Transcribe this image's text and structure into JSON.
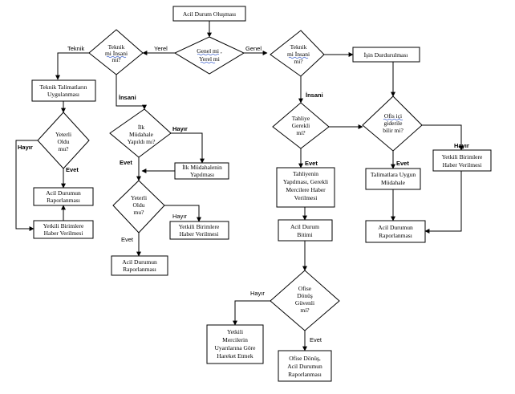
{
  "nodes": {
    "acil_durum_olusmasi": [
      "Acil Durum Oluşması"
    ],
    "genel_mi_yerel_mi": [
      "Genel mi ,",
      "Yerel mi"
    ],
    "teknik_mi_insani_mi_left": [
      "Teknik",
      "mi İnsani",
      "mi?"
    ],
    "teknik_mi_insani_mi_right": [
      "Teknik",
      "mi İnsani",
      "mi?"
    ],
    "teknik_talimatlarin": [
      "Teknik Talimatların",
      "Uygulanması"
    ],
    "yeterli_oldu_mu_1": [
      "Yeterli",
      "Oldu",
      "mu?"
    ],
    "acil_durumun_raporlanmasi_1": [
      "Acil Durumun",
      "Raporlanması"
    ],
    "yetkili_birimlere_1": [
      "Yetkili Birimlere",
      "Haber Verilmesi"
    ],
    "ilk_mudahale_yapildi_mi": [
      "İlk",
      "Müdahale",
      "Yapıldı mı?"
    ],
    "ilk_mudahalenin_yapilmasi": [
      "İlk Müdahalenin",
      "Yapılması"
    ],
    "yeterli_oldu_mu_2": [
      "Yeterli",
      "Oldu",
      "mu?"
    ],
    "yetkili_birimlere_2": [
      "Yetkili Birimlere",
      "Haber Verilmesi"
    ],
    "acil_durumun_raporlanmasi_2": [
      "Acil Durumun",
      "Raporlanması"
    ],
    "isin_durdurulmasi": [
      "İşin Durdurulması"
    ],
    "tahliye_gerekli_mi": [
      "Tahliye",
      "Gerekli",
      "mi?"
    ],
    "ofis_ici_giderile_bilir_mi": [
      "Ofis içi",
      "giderile",
      "bilir mi?"
    ],
    "tahliyenin_yapilmasi": [
      "Tahliyenin",
      "Yapılması, Gerekli",
      "Mercilere Haber",
      "Verilmesi"
    ],
    "talimatlara_uygun_mudahale": [
      "Talimatlara Uygun",
      "Müdahale"
    ],
    "yetkili_birimlere_3": [
      "Yetkili Birimlere",
      "Haber Verilmesi"
    ],
    "acil_durum_bitimi": [
      "Acil Durum",
      "Bitimi"
    ],
    "acil_durumun_raporlanmasi_3": [
      "Acil Durumun",
      "Raporlanması"
    ],
    "ofise_donus_guvenli_mi": [
      "Ofise",
      "Dönüş",
      "Güvenli",
      "mi?"
    ],
    "yetkili_mercilerin": [
      "Yetkili",
      "Mercilerin",
      "Uyarılarına Göre",
      "Hareket Etmek"
    ],
    "ofise_donus_acil_durumun": [
      "Ofise Dönüş,",
      "Acil Durumun",
      "Raporlanması"
    ]
  },
  "edge_labels": {
    "teknik": "Teknik",
    "yerel": "Yerel",
    "genel": "Genel",
    "insani_left": "İnsani",
    "insani_right": "İnsani",
    "hayir_1": "Hayır",
    "evet_1": "Evet",
    "hayir_ilk": "Hayır",
    "evet_ilk": "Evet",
    "hayir_yeterli_2": "Hayır",
    "evet_yeterli_2": "Evet",
    "evet_tahliye": "Evet",
    "evet_ofis": "Evet",
    "hayir_ofis": "Hayır",
    "hayir_donus": "Hayır",
    "evet_donus": "Evet"
  },
  "colors": {
    "line": "#000000",
    "background": "#ffffff",
    "spellcheck_underline": "#3a5fcd"
  }
}
